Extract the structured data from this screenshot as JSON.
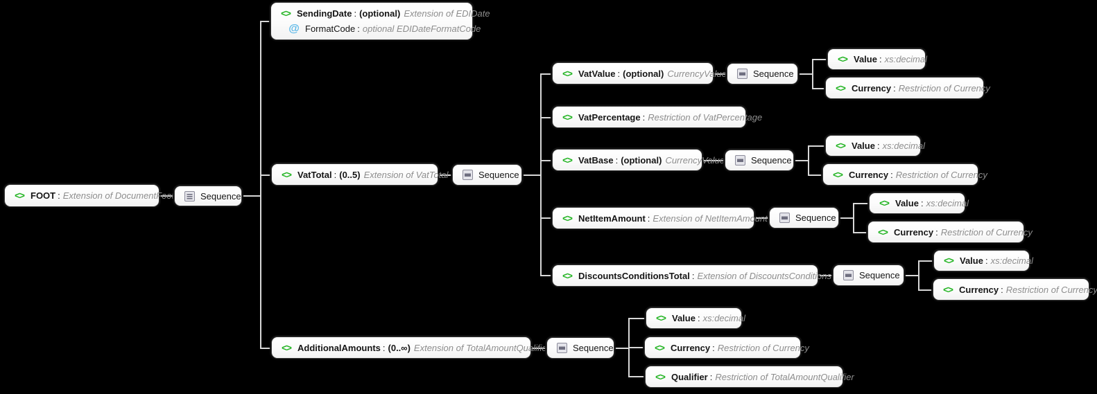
{
  "diagram": {
    "kind": "xsd-schema-tree",
    "background": "#000000",
    "accent_element_color": "#22b422",
    "accent_attribute_color": "#5bb8e8",
    "line_color": "#d8d8d8"
  },
  "icons": {
    "element": "<>",
    "attribute": "@",
    "sequence": "sequence-icon"
  },
  "labels": {
    "sequence": "Sequence",
    "separator": ":"
  },
  "nodes": {
    "root": {
      "name": "FOOT",
      "sep": ":",
      "type": "Extension of DocumentFoot"
    },
    "root_sequence": {
      "label": "Sequence"
    },
    "sending_date": {
      "name": "SendingDate",
      "sep": ":",
      "cardinality": "(optional)",
      "type": "Extension of EDIDate",
      "attribute": {
        "name": "FormatCode",
        "sep": ":",
        "type": "optional EDIDateFormatCode"
      }
    },
    "vat_total": {
      "name": "VatTotal",
      "sep": ":",
      "cardinality": "(0..5)",
      "type": "Extension of VatTotal"
    },
    "vat_total_sequence": {
      "label": "Sequence"
    },
    "vat_value": {
      "name": "VatValue",
      "sep": ":",
      "cardinality": "(optional)",
      "type": "CurrencyValue"
    },
    "vat_value_sequence": {
      "label": "Sequence"
    },
    "vat_value_value": {
      "name": "Value",
      "sep": ":",
      "type": "xs:decimal"
    },
    "vat_value_currency": {
      "name": "Currency",
      "sep": ":",
      "type": "Restriction of Currency"
    },
    "vat_percentage": {
      "name": "VatPercentage",
      "sep": ":",
      "type": "Restriction of VatPercentage"
    },
    "vat_base": {
      "name": "VatBase",
      "sep": ":",
      "cardinality": "(optional)",
      "type": "CurrencyValue"
    },
    "vat_base_sequence": {
      "label": "Sequence"
    },
    "vat_base_value": {
      "name": "Value",
      "sep": ":",
      "type": "xs:decimal"
    },
    "vat_base_currency": {
      "name": "Currency",
      "sep": ":",
      "type": "Restriction of Currency"
    },
    "net_item_amount": {
      "name": "NetItemAmount",
      "sep": ":",
      "type": "Extension of NetItemAmount"
    },
    "net_item_amount_sequence": {
      "label": "Sequence"
    },
    "net_item_value": {
      "name": "Value",
      "sep": ":",
      "type": "xs:decimal"
    },
    "net_item_currency": {
      "name": "Currency",
      "sep": ":",
      "type": "Restriction of Currency"
    },
    "discounts_conditions_total": {
      "name": "DiscountsConditionsTotal",
      "sep": ":",
      "type": "Extension of DiscountsConditionsTotal"
    },
    "discounts_sequence": {
      "label": "Sequence"
    },
    "discounts_value": {
      "name": "Value",
      "sep": ":",
      "type": "xs:decimal"
    },
    "discounts_currency": {
      "name": "Currency",
      "sep": ":",
      "type": "Restriction of Currency"
    },
    "additional_amounts": {
      "name": "AdditionalAmounts",
      "sep": ":",
      "cardinality": "(0..∞)",
      "type": "Extension of TotalAmountQualified"
    },
    "additional_amounts_sequence": {
      "label": "Sequence"
    },
    "additional_value": {
      "name": "Value",
      "sep": ":",
      "type": "xs:decimal"
    },
    "additional_currency": {
      "name": "Currency",
      "sep": ":",
      "type": "Restriction of Currency"
    },
    "additional_qualifier": {
      "name": "Qualifier",
      "sep": ":",
      "type": "Restriction of TotalAmountQualifier"
    }
  }
}
